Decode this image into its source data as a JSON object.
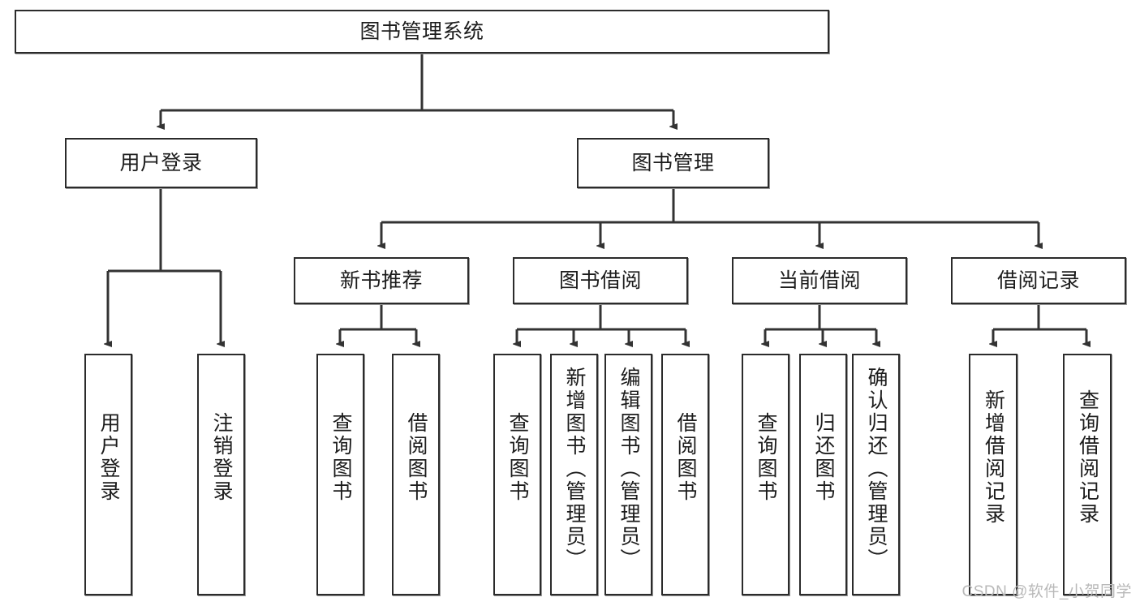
{
  "diagram": {
    "title": "图书管理系统",
    "watermark": "CSDN @软件_小贺同学",
    "colors": {
      "box_border": "#2b2b2b",
      "box_fill": "#ffffff",
      "connector": "#333333",
      "text": "#1c1c1c",
      "watermark": "#b9b9b9",
      "background": "#ffffff"
    },
    "root": {
      "label": "图书管理系统"
    },
    "level2": [
      {
        "label": "用户登录"
      },
      {
        "label": "图书管理"
      }
    ],
    "level3": [
      {
        "label": "新书推荐"
      },
      {
        "label": "图书借阅"
      },
      {
        "label": "当前借阅"
      },
      {
        "label": "借阅记录"
      }
    ],
    "leaves": {
      "user_login": [
        {
          "label": "用户登录"
        },
        {
          "label": "注销登录"
        }
      ],
      "new_book": [
        {
          "label": "查询图书"
        },
        {
          "label": "借阅图书"
        }
      ],
      "book_borrow": [
        {
          "label": "查询图书"
        },
        {
          "label": "新增图书（管理员）"
        },
        {
          "label": "编辑图书（管理员）"
        },
        {
          "label": "借阅图书"
        }
      ],
      "current_borrow": [
        {
          "label": "查询图书"
        },
        {
          "label": "归还图书"
        },
        {
          "label": "确认归还（管理员）"
        }
      ],
      "borrow_record": [
        {
          "label": "新增借阅记录"
        },
        {
          "label": "查询借阅记录"
        }
      ]
    }
  }
}
